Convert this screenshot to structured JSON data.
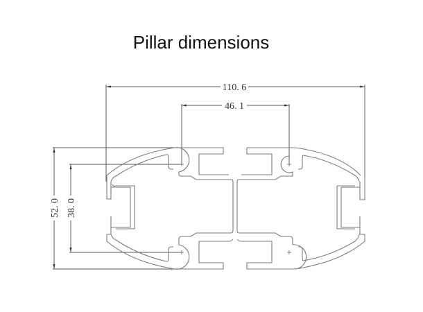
{
  "title": "Pillar dimensions",
  "dimensions": {
    "overall_width": "110. 6",
    "slot_center_width": "46. 1",
    "overall_height": "52. 0",
    "slot_center_height": "38. 0"
  },
  "colors": {
    "background": "#ffffff",
    "profile_line": "#7a7a7a",
    "dimension_line": "#555555",
    "text": "#333333"
  }
}
